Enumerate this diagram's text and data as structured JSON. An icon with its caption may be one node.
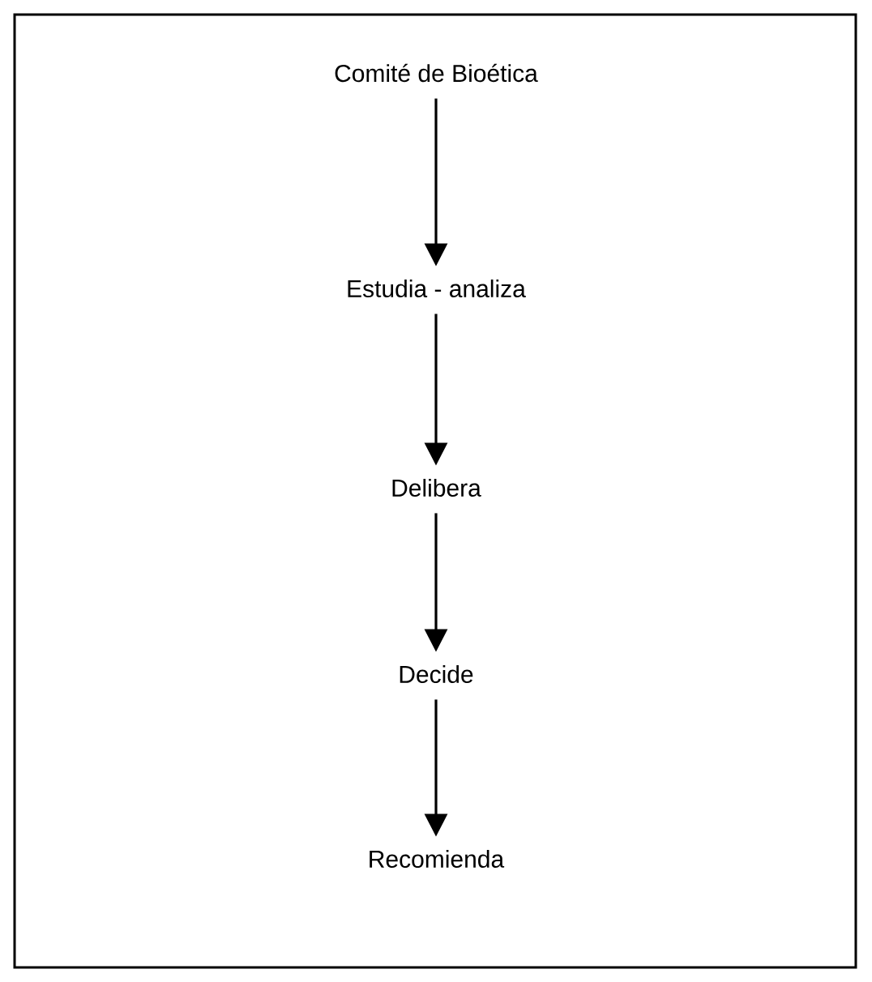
{
  "diagram": {
    "nodes": [
      {
        "text": [
          "Comité de Bioética"
        ]
      },
      {
        "text": [
          "Estudia - analiza"
        ]
      },
      {
        "text": [
          "Delibera"
        ]
      },
      {
        "text": [
          "Decide"
        ]
      },
      {
        "text": [
          "Recomienda"
        ]
      }
    ],
    "edges": [
      {
        "from": 0,
        "to": 1,
        "arrow": "to"
      },
      {
        "from": 1,
        "to": 2,
        "arrow": "to"
      },
      {
        "from": 2,
        "to": 3,
        "arrow": "to"
      },
      {
        "from": 3,
        "to": 4,
        "arrow": "to"
      }
    ]
  }
}
